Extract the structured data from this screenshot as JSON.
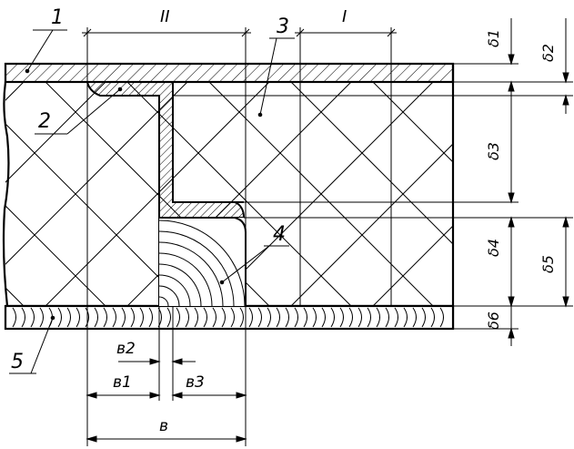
{
  "part_labels": {
    "p1": "1",
    "p2": "2",
    "p3": "3",
    "p4": "4",
    "p5": "5"
  },
  "zone_labels": {
    "zone2": "II",
    "zone1": "I"
  },
  "width_dims": {
    "b": "в",
    "b1": "в1",
    "b2": "в2",
    "b3": "в3"
  },
  "thickness_dims": {
    "d1": "δ1",
    "d2": "δ2",
    "d3": "δ3",
    "d4": "δ4",
    "d5": "δ5",
    "d6": "δ6"
  }
}
